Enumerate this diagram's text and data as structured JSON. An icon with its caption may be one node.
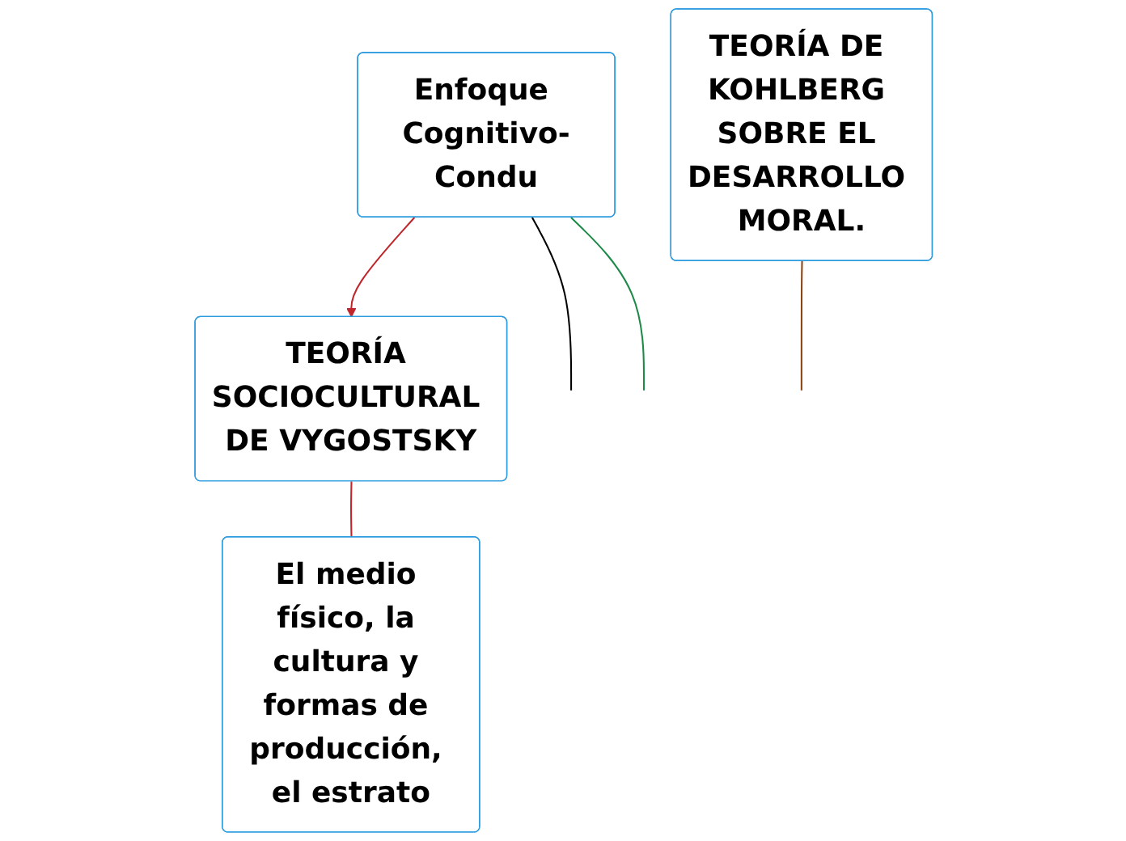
{
  "diagram": {
    "nodes": [
      {
        "text": [
          "Enfoque Cognitivo-Condu"
        ]
      },
      {
        "text": [
          "TEORÍA SOCIOCULTURAL DE VYGOSTSKY"
        ]
      },
      {
        "text": [
          "TEORÍA DE KOHLBERG SOBRE EL DESARROLLO MORAL."
        ]
      },
      {
        "text": [
          "El medio físico, la cultura y formas de producción, el estrato"
        ]
      }
    ],
    "edges": [
      {
        "from": 0,
        "to": null,
        "arrow": "none",
        "color": "#000000"
      },
      {
        "from": 0,
        "to": 1,
        "arrow": "to",
        "color": "#c0272d"
      },
      {
        "from": 0,
        "to": null,
        "arrow": "none",
        "color": "#1e8a4a"
      },
      {
        "from": 1,
        "to": 3,
        "arrow": "none",
        "color": "#c0272d"
      },
      {
        "from": 2,
        "to": null,
        "arrow": "none",
        "color": "#8b4513"
      }
    ]
  }
}
